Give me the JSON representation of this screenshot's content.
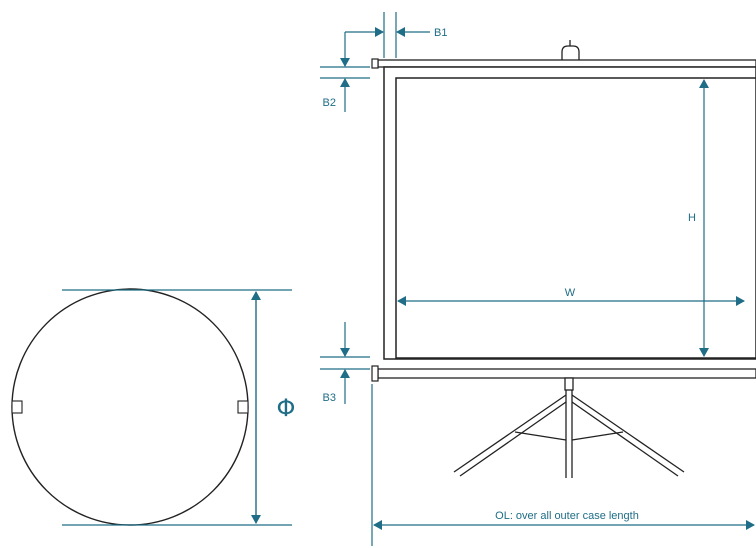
{
  "colors": {
    "outline": "#222222",
    "dimension": "#1f6d86",
    "background": "#ffffff"
  },
  "labels": {
    "b1": "B1",
    "b2": "B2",
    "b3": "B3",
    "h": "H",
    "w": "W",
    "phi": "Φ",
    "ol": "OL: over all outer case length"
  }
}
